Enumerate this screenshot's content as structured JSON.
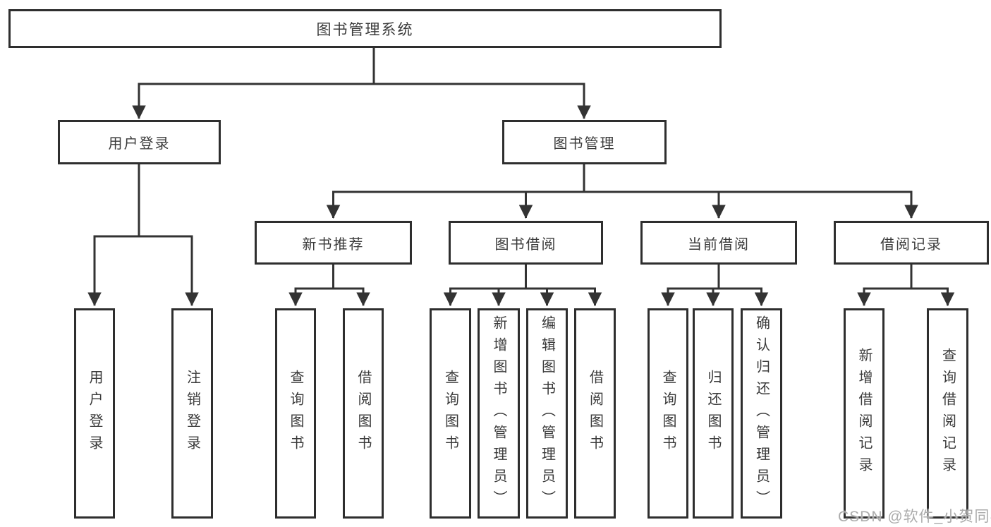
{
  "diagram": {
    "root": {
      "label": "图书管理系统"
    },
    "branches": [
      {
        "label": "用户登录",
        "children": [
          {
            "label": "用户登录"
          },
          {
            "label": "注销登录"
          }
        ]
      },
      {
        "label": "图书管理",
        "children": [
          {
            "label": "新书推荐",
            "children": [
              {
                "label": "查询图书"
              },
              {
                "label": "借阅图书"
              }
            ]
          },
          {
            "label": "图书借阅",
            "children": [
              {
                "label": "查询图书"
              },
              {
                "label": "新增图书（管理员）"
              },
              {
                "label": "编辑图书（管理员）"
              },
              {
                "label": "借阅图书"
              }
            ]
          },
          {
            "label": "当前借阅",
            "children": [
              {
                "label": "查询图书"
              },
              {
                "label": "归还图书"
              },
              {
                "label": "确认归还（管理员）"
              }
            ]
          },
          {
            "label": "借阅记录",
            "children": [
              {
                "label": "新增借阅记录"
              },
              {
                "label": "查询借阅记录"
              }
            ]
          }
        ]
      }
    ]
  },
  "watermark": {
    "text": "CSDN @软件_小贺同学"
  },
  "colors": {
    "line": "#333333",
    "box_border": "#2e2e2e",
    "text": "#3a3a3a",
    "background": "#ffffff",
    "watermark": "#ababab"
  }
}
